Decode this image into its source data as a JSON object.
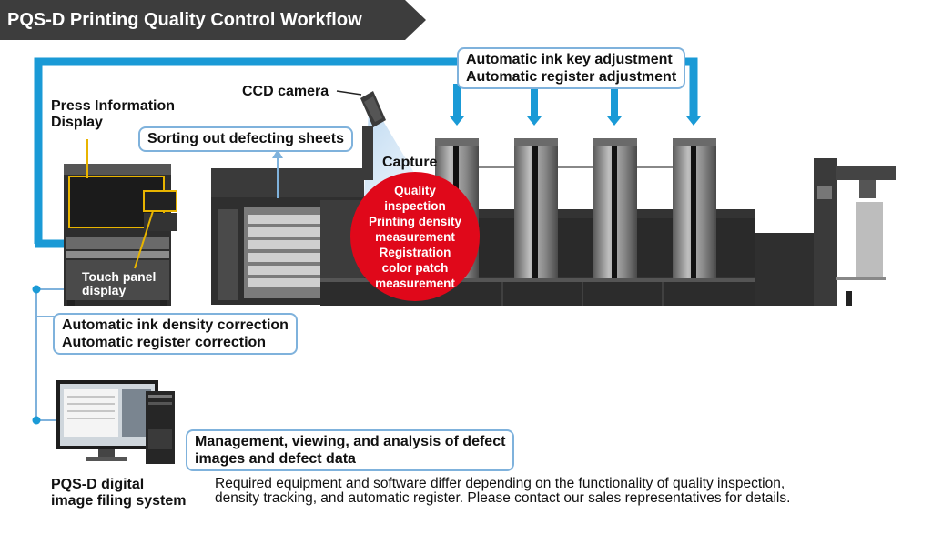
{
  "title": "PQS-D Printing Quality Control Workflow",
  "labels": {
    "press_info_display": [
      "Press Information",
      "Display"
    ],
    "ccd_camera": "CCD camera",
    "capture": "Capture",
    "touch_panel": [
      "Touch panel",
      "display"
    ],
    "filing_system": [
      "PQS-D digital",
      "image filing system"
    ]
  },
  "boxes": {
    "ink_key": [
      "Automatic ink key adjustment",
      "Automatic register adjustment"
    ],
    "sorting": "Sorting out defecting sheets",
    "density_correction": [
      "Automatic ink density correction",
      "Automatic register correction"
    ],
    "management": [
      "Management, viewing, and analysis of defect",
      "images and defect data"
    ]
  },
  "inspection": [
    "Quality",
    "inspection",
    "Printing density",
    "measurement",
    "Registration",
    "color patch",
    "measurement"
  ],
  "note": [
    "Required equipment and software differ depending on the functionality of quality inspection,",
    "density tracking, and automatic register. Please contact our sales representatives for details."
  ],
  "colors": {
    "accent_blue": "#1a9ad6",
    "box_border": "#7fb2dc",
    "red": "#e0081a",
    "dark": "#3d3d3d"
  }
}
